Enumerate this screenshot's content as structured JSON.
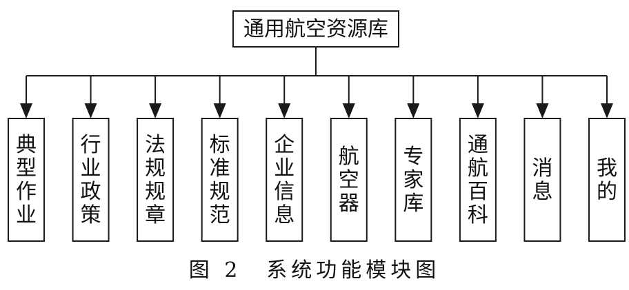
{
  "root": {
    "label": "通用航空资源库"
  },
  "modules": [
    {
      "label": "典型作业"
    },
    {
      "label": "行业政策"
    },
    {
      "label": "法规规章"
    },
    {
      "label": "标准规范"
    },
    {
      "label": "企业信息"
    },
    {
      "label": "航空器"
    },
    {
      "label": "专家库"
    },
    {
      "label": "通航百科"
    },
    {
      "label": "消息"
    },
    {
      "label": "我的"
    }
  ],
  "caption": "图 2　系统功能模块图",
  "colors": {
    "stroke": "#1a1a1a",
    "background": "#ffffff"
  }
}
